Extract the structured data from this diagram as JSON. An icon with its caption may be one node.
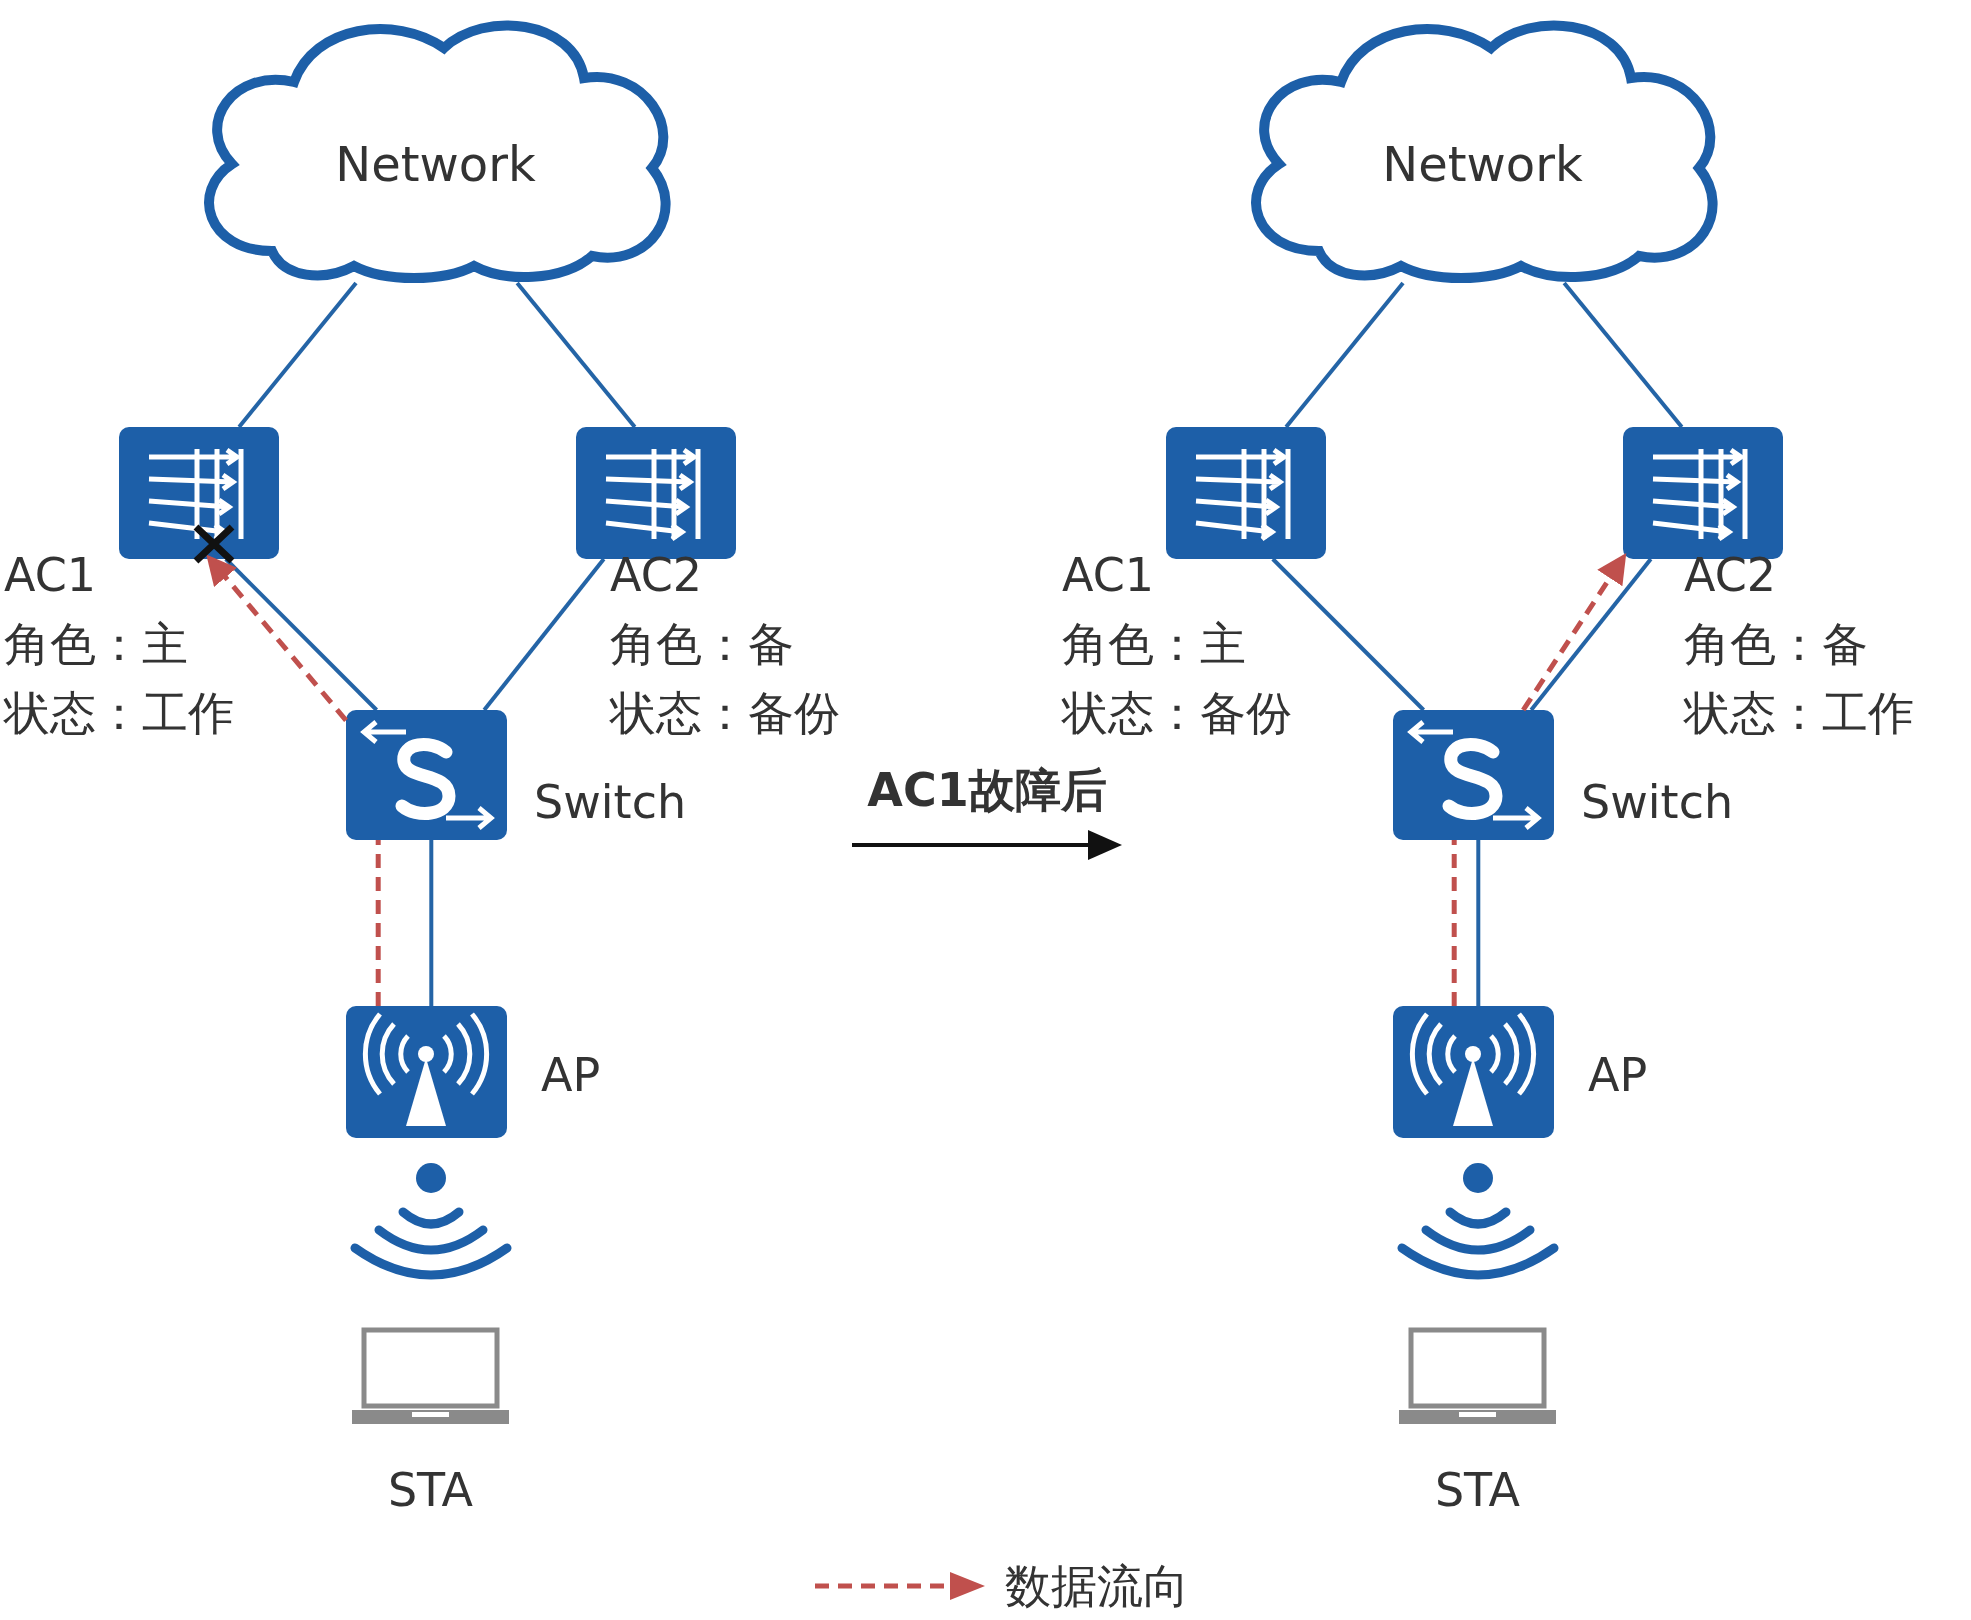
{
  "diagram": {
    "nodes": [
      {
        "text": [
          "Network"
        ]
      },
      {
        "text": [
          "AC1",
          "角色：主",
          "状态：工作"
        ]
      },
      {
        "text": [
          "AC2",
          "角色：备",
          "状态：备份"
        ]
      },
      {
        "text": [
          "Switch"
        ]
      },
      {
        "text": [
          "AP"
        ]
      },
      {
        "text": [
          "STA"
        ]
      },
      {
        "text": [
          "Network"
        ]
      },
      {
        "text": [
          "AC1",
          "角色：主",
          "状态：备份"
        ]
      },
      {
        "text": [
          "AC2",
          "角色：备",
          "状态：工作"
        ]
      },
      {
        "text": [
          "Switch"
        ]
      },
      {
        "text": [
          "AP"
        ]
      },
      {
        "text": [
          "STA"
        ]
      }
    ],
    "edges": [
      {
        "from": 0,
        "to": 1,
        "arrow": "none"
      },
      {
        "from": 0,
        "to": 2,
        "arrow": "none"
      },
      {
        "from": 1,
        "to": 3,
        "arrow": "none"
      },
      {
        "from": 2,
        "to": 3,
        "arrow": "none"
      },
      {
        "from": 3,
        "to": 4,
        "arrow": "none"
      },
      {
        "from": 4,
        "to": 3,
        "arrow": "none",
        "style": "dashed",
        "color": "#c0504d"
      },
      {
        "from": 3,
        "to": 1,
        "arrow": "to",
        "style": "dashed",
        "color": "#c0504d"
      },
      {
        "from": 6,
        "to": 7,
        "arrow": "none"
      },
      {
        "from": 6,
        "to": 8,
        "arrow": "none"
      },
      {
        "from": 7,
        "to": 9,
        "arrow": "none"
      },
      {
        "from": 8,
        "to": 9,
        "arrow": "none"
      },
      {
        "from": 9,
        "to": 10,
        "arrow": "none"
      },
      {
        "from": 10,
        "to": 9,
        "arrow": "none",
        "style": "dashed",
        "color": "#c0504d"
      },
      {
        "from": 9,
        "to": 8,
        "arrow": "to",
        "style": "dashed",
        "color": "#c0504d"
      }
    ],
    "labels": [
      "AC1故障后"
    ],
    "legend": [
      {
        "text": "数据流向"
      }
    ]
  }
}
